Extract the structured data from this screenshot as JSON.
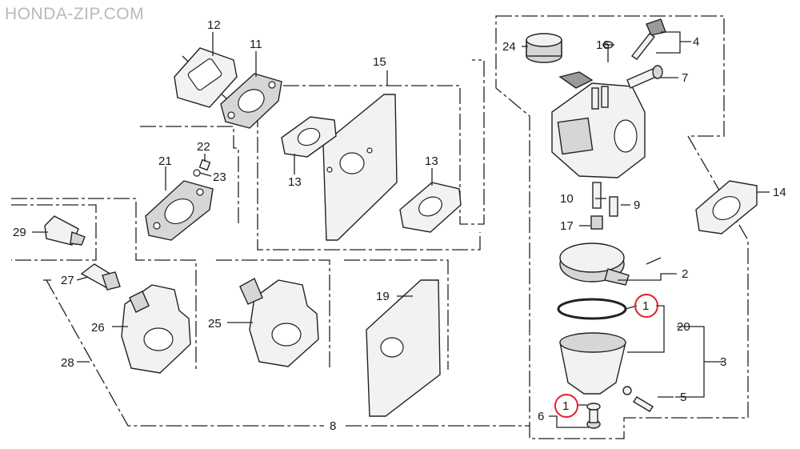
{
  "watermark": "HONDA-ZIP.COM",
  "callouts": {
    "c1a": "1",
    "c1b": "1",
    "c2": "2",
    "c3": "3",
    "c4": "4",
    "c5": "5",
    "c6": "6",
    "c7": "7",
    "c8": "8",
    "c9": "9",
    "c10": "10",
    "c11": "11",
    "c12": "12",
    "c13a": "13",
    "c13b": "13",
    "c14": "14",
    "c15": "15",
    "c16": "16",
    "c17": "17",
    "c19": "19",
    "c20": "20",
    "c21": "21",
    "c22": "22",
    "c23": "23",
    "c24": "24",
    "c25": "25",
    "c26": "26",
    "c27": "27",
    "c28": "28",
    "c29": "29"
  },
  "colors": {
    "highlight": "#e0202a",
    "watermark": "#b9b9b9",
    "ink": "#222222"
  }
}
